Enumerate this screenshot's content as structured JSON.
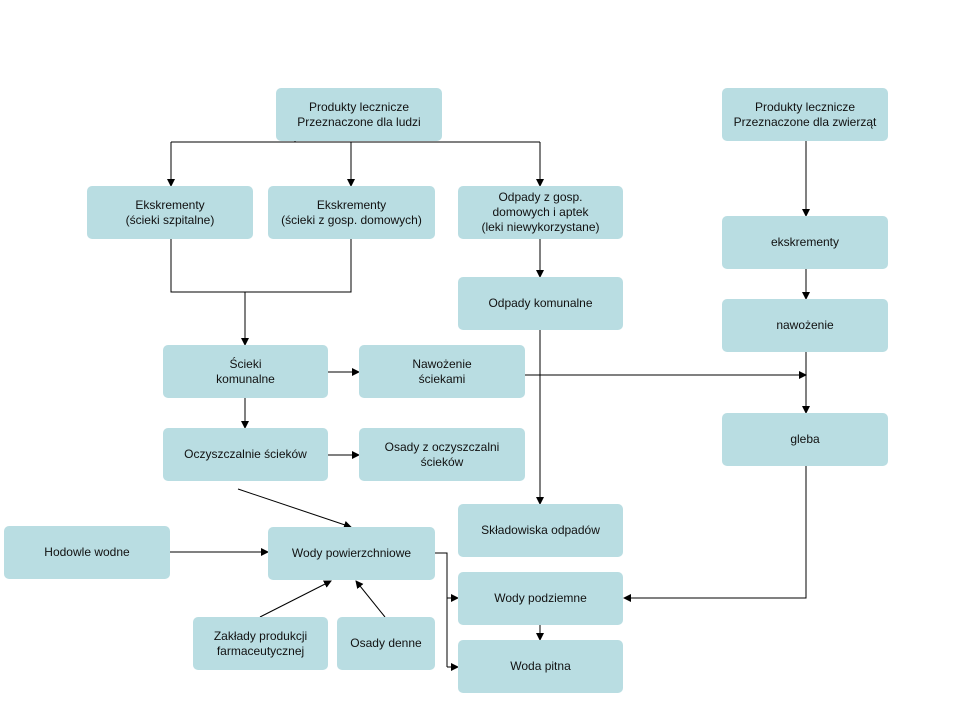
{
  "nodes": {
    "human": "Produkty lecznicze\nPrzeznaczone dla ludzi",
    "animal": "Produkty lecznicze\nPrzeznaczone dla zwierząt",
    "excr_hosp": "Ekskrementy\n(ścieki szpitalne)",
    "excr_home": "Ekskrementy\n(ścieki z gosp. domowych)",
    "waste_home": "Odpady z gosp.\ndomowych i aptek\n(leki niewykorzystane)",
    "animal_excr": "ekskrementy",
    "municipal_waste": "Odpady komunalne",
    "fertilizing": "nawożenie",
    "sewage": "Ścieki\nkomunalne",
    "sewage_fert": "Nawożenie\nściekami",
    "soil": "gleba",
    "wwtp": "Oczyszczalnie ścieków",
    "sludge": "Osady z oczyszczalni\nścieków",
    "landfill": "Składowiska odpadów",
    "aquaculture": "Hodowle wodne",
    "surface_water": "Wody powierzchniowe",
    "ground_water": "Wody podziemne",
    "pharma_plant": "Zakłady produkcji\nfarmaceutycznej",
    "bottom_sed": "Osady denne",
    "drinking_water": "Woda pitna"
  },
  "colors": {
    "node_fill": "#b9dde2",
    "line": "#000000"
  }
}
